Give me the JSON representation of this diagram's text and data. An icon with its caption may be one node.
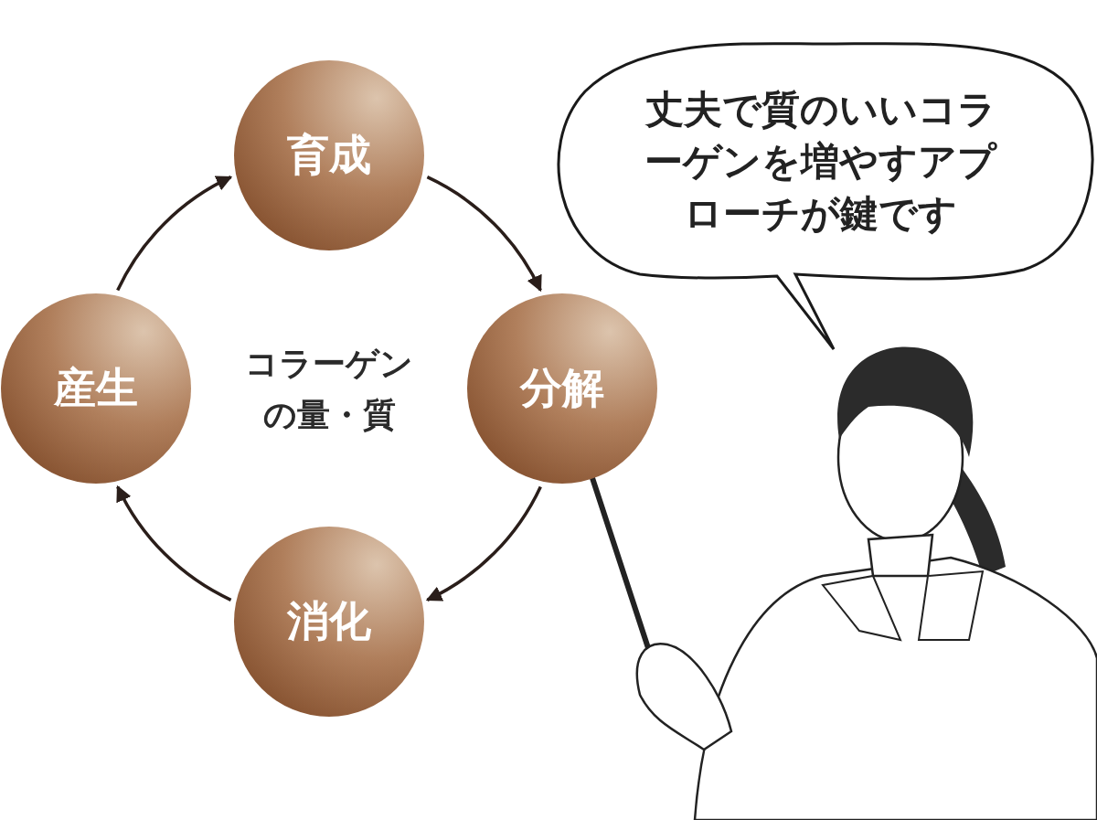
{
  "diagram": {
    "nodes": [
      {
        "text": [
          "育成"
        ]
      },
      {
        "text": [
          "分解"
        ]
      },
      {
        "text": [
          "消化"
        ]
      },
      {
        "text": [
          "産生"
        ]
      },
      {
        "text": [
          "丈夫で質のいいコラーゲンを増やすアプローチが鍵です"
        ]
      }
    ],
    "edges": [
      {
        "from": 3,
        "to": 0,
        "arrow": "to"
      },
      {
        "from": 0,
        "to": 1,
        "arrow": "to"
      },
      {
        "from": 1,
        "to": 2,
        "arrow": "to"
      },
      {
        "from": 2,
        "to": 3,
        "arrow": "to"
      }
    ],
    "labels": [
      "コラーゲンの量・質"
    ]
  }
}
